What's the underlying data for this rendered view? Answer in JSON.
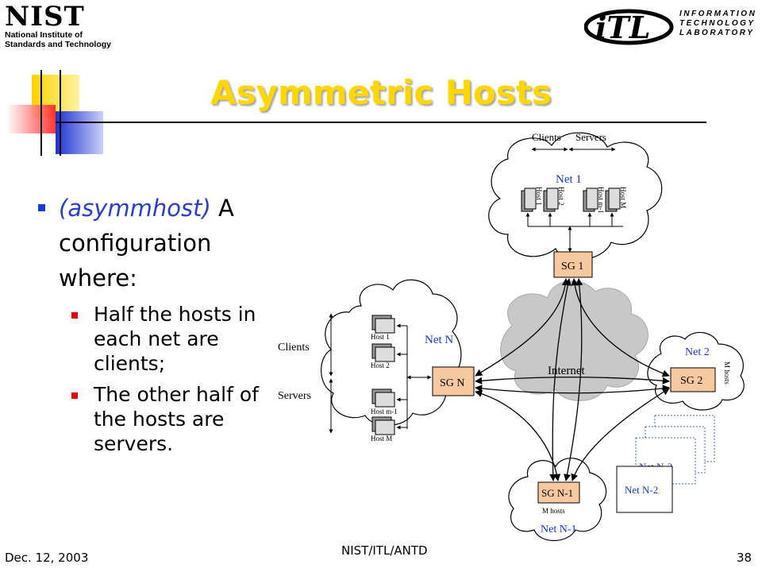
{
  "header": {
    "nist_word": "NIST",
    "nist_line1": "National Institute of",
    "nist_line2": "Standards and Technology",
    "itl_word": "iTL",
    "itl_line1": "INFORMATION",
    "itl_line2": "TECHNOLOGY",
    "itl_line3": "LABORATORY"
  },
  "slide": {
    "title": "Asymmetric Hosts",
    "bullet_em": "(asymmhost)",
    "bullet_rest": " A configuration where:",
    "sub_bullets": [
      "Half the hosts in each net are clients;",
      "The other half of the hosts are servers."
    ]
  },
  "diagram": {
    "top_clients": "Clients",
    "top_servers": "Servers",
    "left_clients": "Clients",
    "left_servers": "Servers",
    "net1": "Net 1",
    "net2": "Net 2",
    "netN": "Net N",
    "netN1": "Net N-1",
    "netN2": "Net N-2",
    "netN3": "Net N-3",
    "internet": "Internet",
    "sg1": "SG 1",
    "sg2": "SG 2",
    "sgN": "SG N",
    "sgN1": "SG N-1",
    "m_hosts": "M hosts",
    "host1": "Host 1",
    "host2": "Host 2",
    "hostm1": "Host m-1",
    "hostM": "Host M",
    "colors": {
      "title": "#ffd700",
      "sg_fill": "#f8c8a0",
      "bullet": "#1c3bd1",
      "sub_bullet": "#e00000",
      "net_label": "#1c35c8"
    }
  },
  "footer": {
    "date": "Dec. 12, 2003",
    "center": "NIST/ITL/ANTD",
    "page": "38"
  }
}
